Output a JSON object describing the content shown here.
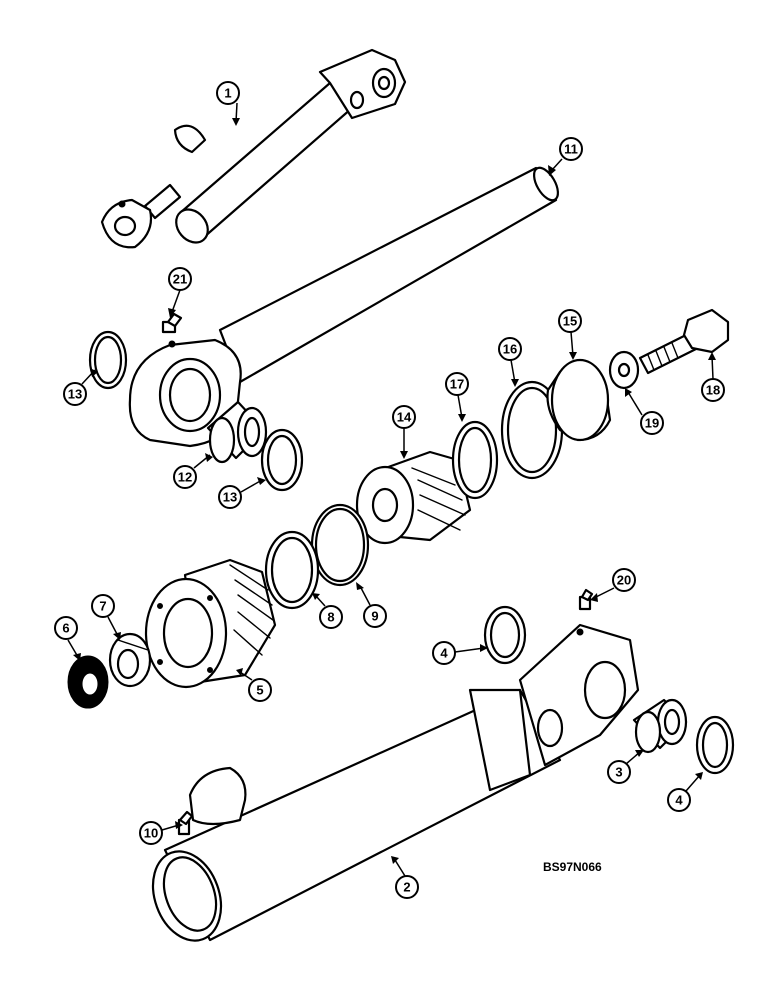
{
  "figure_code": "BS97N066",
  "callouts": [
    {
      "label": "1"
    },
    {
      "label": "11"
    },
    {
      "label": "21"
    },
    {
      "label": "13"
    },
    {
      "label": "12"
    },
    {
      "label": "13"
    },
    {
      "label": "14"
    },
    {
      "label": "17"
    },
    {
      "label": "16"
    },
    {
      "label": "15"
    },
    {
      "label": "18"
    },
    {
      "label": "19"
    },
    {
      "label": "6"
    },
    {
      "label": "7"
    },
    {
      "label": "5"
    },
    {
      "label": "8"
    },
    {
      "label": "9"
    },
    {
      "label": "20"
    },
    {
      "label": "4"
    },
    {
      "label": "3"
    },
    {
      "label": "4"
    },
    {
      "label": "10"
    },
    {
      "label": "2"
    }
  ]
}
